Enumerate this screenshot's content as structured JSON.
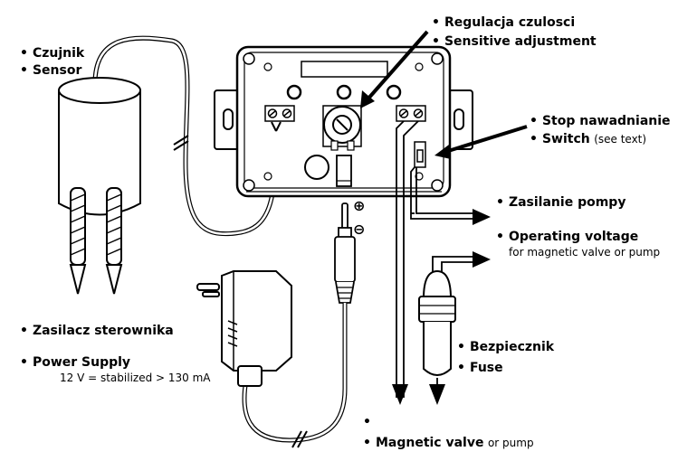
{
  "labels": {
    "sensor_pl": "Czujnik",
    "sensor_en": "Sensor",
    "adjust_pl": "Regulacja czulosci",
    "adjust_en": "Sensitive adjustment",
    "stop_pl": "Stop nawadnianie",
    "switch_en": "Switch",
    "switch_note": "(see text)",
    "pump_pl": "Zasilanie pompy",
    "voltage_en": "Operating voltage",
    "voltage_note": "for magnetic valve or pump",
    "psu_pl": "Zasilacz sterownika",
    "psu_en": "Power Supply",
    "psu_spec": "12 V = stabilized > 130 mA",
    "fuse_pl": "Bezpiecznik",
    "fuse_en": "Fuse",
    "valve_en": "Magnetic valve",
    "valve_note": "or pump",
    "plus_symbol": "⊕",
    "minus_symbol": "⊖"
  },
  "colors": {
    "line": "#000000",
    "background": "#ffffff"
  }
}
